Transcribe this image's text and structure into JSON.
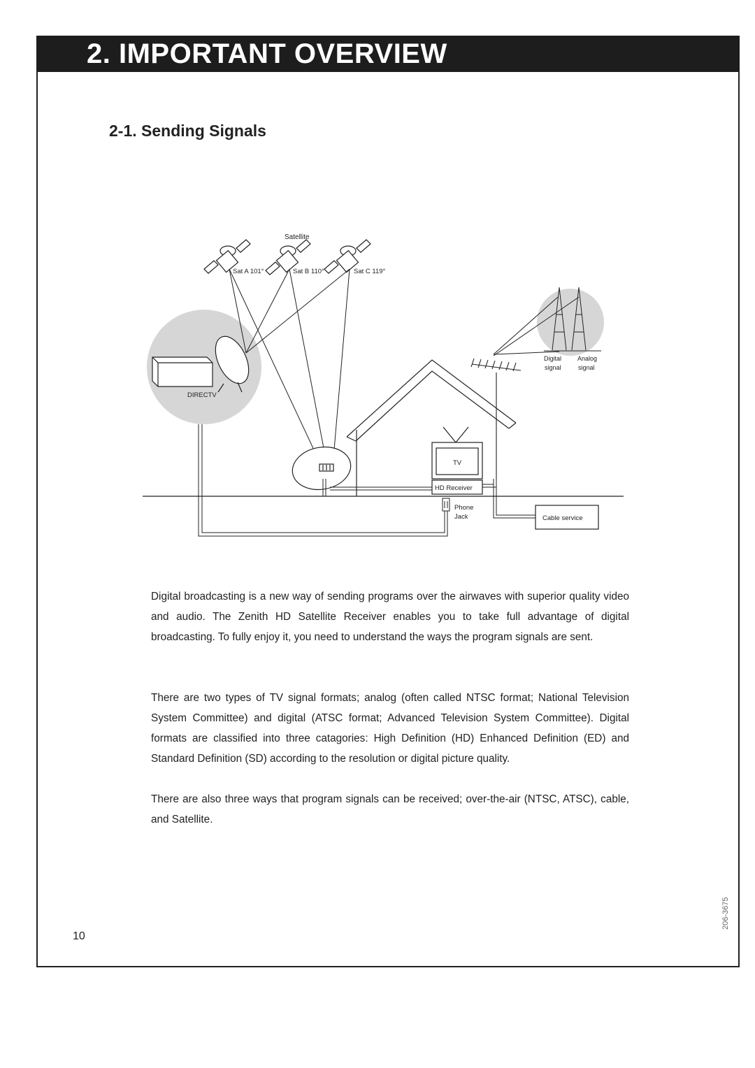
{
  "header": {
    "title": "2. IMPORTANT OVERVIEW"
  },
  "section": {
    "title": "2-1. Sending Signals"
  },
  "diagram": {
    "satellite_label": "Satellite",
    "sat_a": "Sat A 101°",
    "sat_b": "Sat B 110°",
    "sat_c": "Sat C 119°",
    "directv": "DIRECTV",
    "digital_signal_1": "Digital",
    "digital_signal_2": "signal",
    "analog_signal_1": "Analog",
    "analog_signal_2": "signal",
    "tv": "TV",
    "hd_receiver": "HD Receiver",
    "phone_jack_1": "Phone",
    "phone_jack_2": "Jack",
    "cable_service": "Cable service"
  },
  "body": {
    "paragraph_1": "Digital broadcasting is a new way of sending programs over the airwaves with superior quality video and audio.  The Zenith HD Satellite Receiver enables you to take full advantage of digital broadcasting.  To fully enjoy it, you need to understand the ways the program signals are sent.",
    "paragraph_2": "There are two types of TV signal formats; analog (often called NTSC format; National Television System Committee) and digital (ATSC format; Advanced Television System Committee).  Digital formats are classified into three catagories: High Definition (HD) Enhanced Definition (ED) and Standard Definition (SD) according to the resolution or digital picture quality.",
    "paragraph_3": "There are also three ways that program signals can be received; over-the-air (NTSC, ATSC), cable, and Satellite."
  },
  "footer": {
    "page_number": "10",
    "doc_code": "206-3675"
  }
}
